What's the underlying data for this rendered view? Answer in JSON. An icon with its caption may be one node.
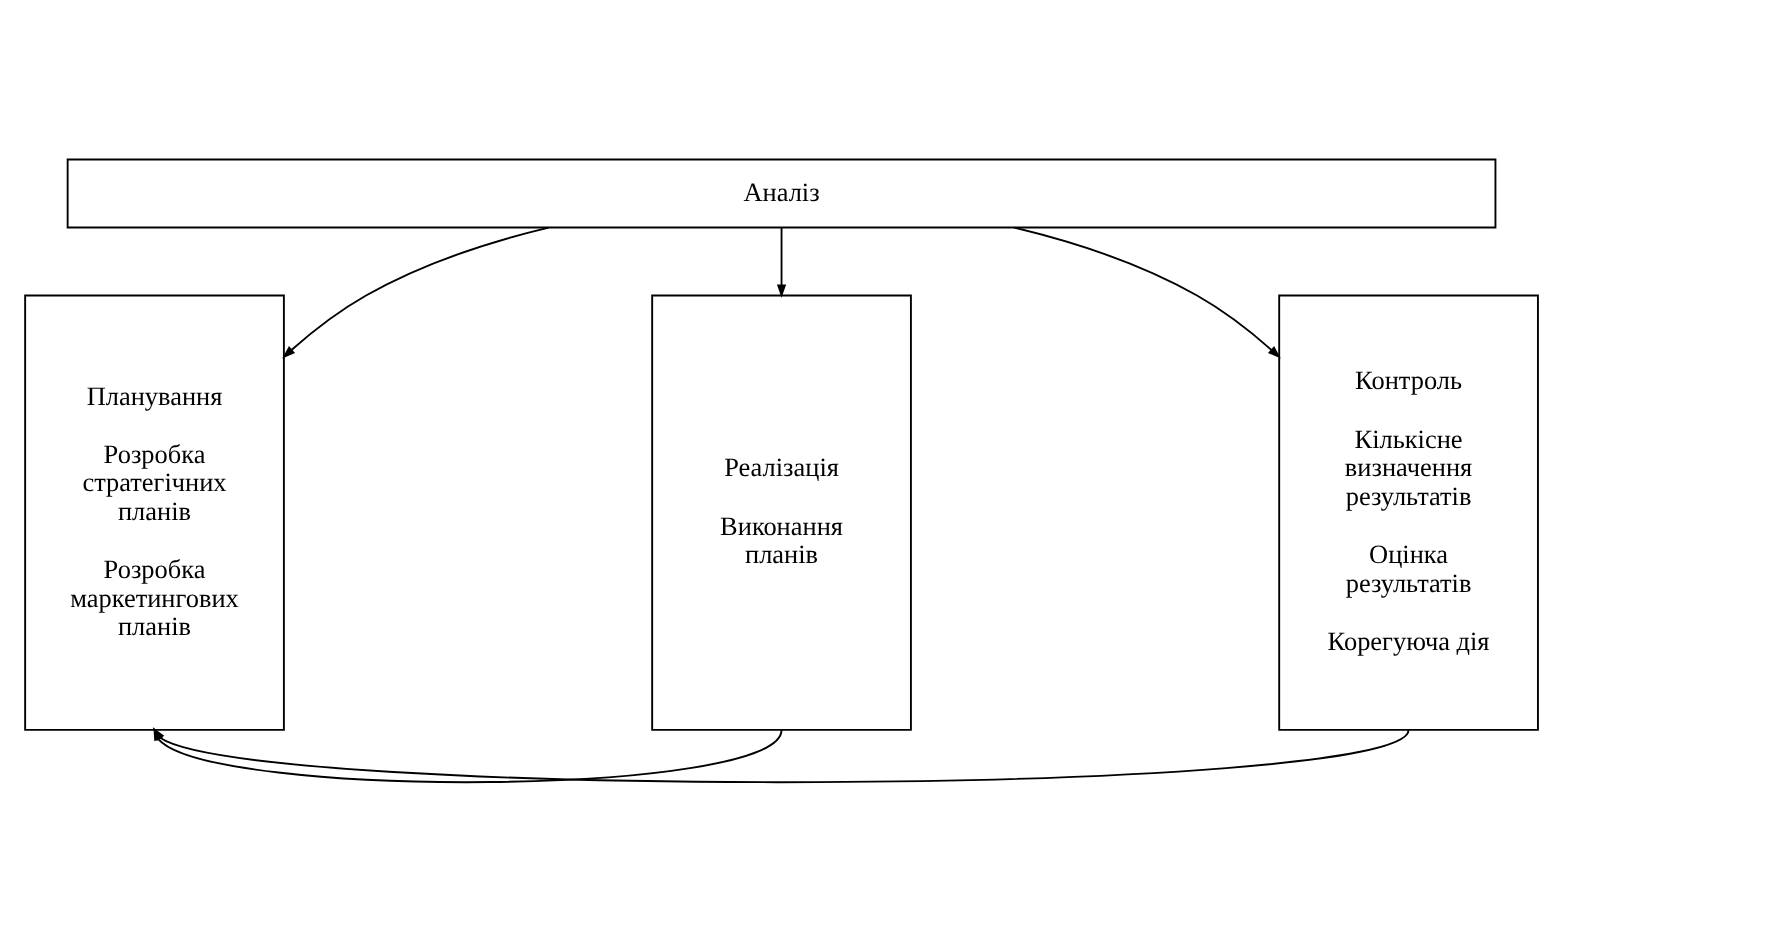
{
  "diagram": {
    "nodes": [
      {
        "text": [
          "Аналіз"
        ]
      },
      {
        "text": [
          "Планування",
          "Розробка стратегічних планів",
          "Розробка маркетингових планів"
        ]
      },
      {
        "text": [
          "Реалізація",
          "Виконання планів"
        ]
      },
      {
        "text": [
          "Контроль",
          "Кількісне визначення результатів",
          "Оцінка результатів",
          "Корегуюча дія"
        ]
      }
    ],
    "edges": [
      {
        "from": 0,
        "to": 1,
        "arrow": "to"
      },
      {
        "from": 0,
        "to": 2,
        "arrow": "to"
      },
      {
        "from": 0,
        "to": 3,
        "arrow": "to"
      },
      {
        "from": 2,
        "to": 1,
        "arrow": "to"
      },
      {
        "from": 3,
        "to": 1,
        "arrow": "to"
      }
    ]
  }
}
